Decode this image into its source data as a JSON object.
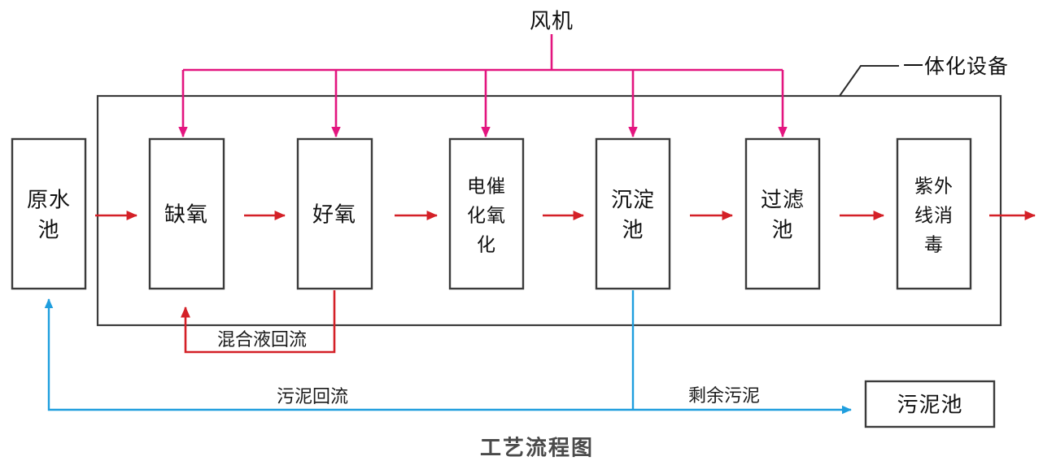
{
  "diagram": {
    "caption": "工艺流程图",
    "blower": {
      "label": "风机",
      "branch_count": 5
    },
    "enclosure": {
      "label": "一体化设备"
    },
    "units": [
      {
        "id": "raw-water-tank",
        "label": "原水池",
        "inside_enclosure": false,
        "aerated": false
      },
      {
        "id": "anoxic-tank",
        "label": "缺氧",
        "inside_enclosure": true,
        "aerated": true
      },
      {
        "id": "aerobic-tank",
        "label": "好氧",
        "inside_enclosure": true,
        "aerated": true
      },
      {
        "id": "electro-catalytic-oxidation",
        "label": "电催化氧化",
        "inside_enclosure": true,
        "aerated": true
      },
      {
        "id": "sedimentation-tank",
        "label": "沉淀池",
        "inside_enclosure": true,
        "aerated": true
      },
      {
        "id": "filtration-tank",
        "label": "过滤池",
        "inside_enclosure": true,
        "aerated": true
      },
      {
        "id": "uv-disinfection",
        "label": "紫外线消毒",
        "inside_enclosure": true,
        "aerated": false
      },
      {
        "id": "sludge-tank",
        "label": "污泥池",
        "inside_enclosure": false,
        "aerated": false
      }
    ],
    "flow_labels": {
      "mixed_liquor_return": "混合液回流",
      "sludge_return": "污泥回流",
      "excess_sludge": "剩余污泥"
    },
    "colors": {
      "water_line": "#d42027",
      "air_line": "#e3157f",
      "sludge_line": "#1f9ede",
      "box_stroke": "#3b3b3b",
      "caption": "#4a4a4a"
    }
  }
}
